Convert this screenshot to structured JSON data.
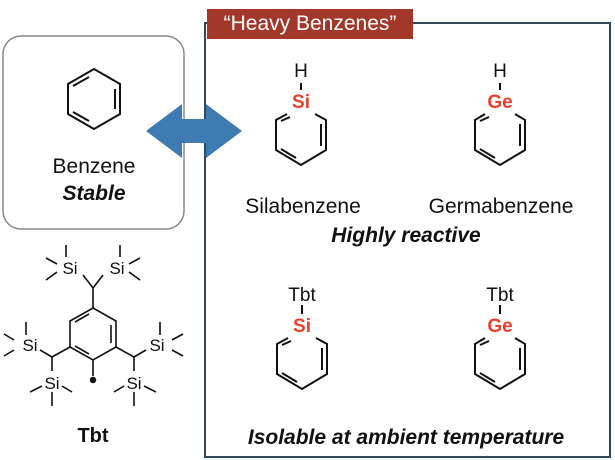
{
  "banner": {
    "title": "“Heavy Benzenes”"
  },
  "benzene_box": {
    "name": "Benzene",
    "property": "Stable"
  },
  "heavy": {
    "row1": [
      {
        "top_atom": "H",
        "hetero_atom": "Si",
        "name": "Silabenzene"
      },
      {
        "top_atom": "H",
        "hetero_atom": "Ge",
        "name": "Germabenzene"
      }
    ],
    "row1_property": "Highly reactive",
    "row2": [
      {
        "top_atom": "Tbt",
        "hetero_atom": "Si"
      },
      {
        "top_atom": "Tbt",
        "hetero_atom": "Ge"
      }
    ],
    "row2_property": "Isolable at ambient temperature"
  },
  "tbt": {
    "label": "Tbt",
    "si_labels": [
      "Si",
      "Si",
      "Si",
      "Si",
      "Si",
      "Si"
    ]
  },
  "colors": {
    "banner": "#a1382a",
    "hetero_atom": "#e8412b",
    "arrow": "#3e7bb0",
    "frame": "#2f4a5c"
  }
}
